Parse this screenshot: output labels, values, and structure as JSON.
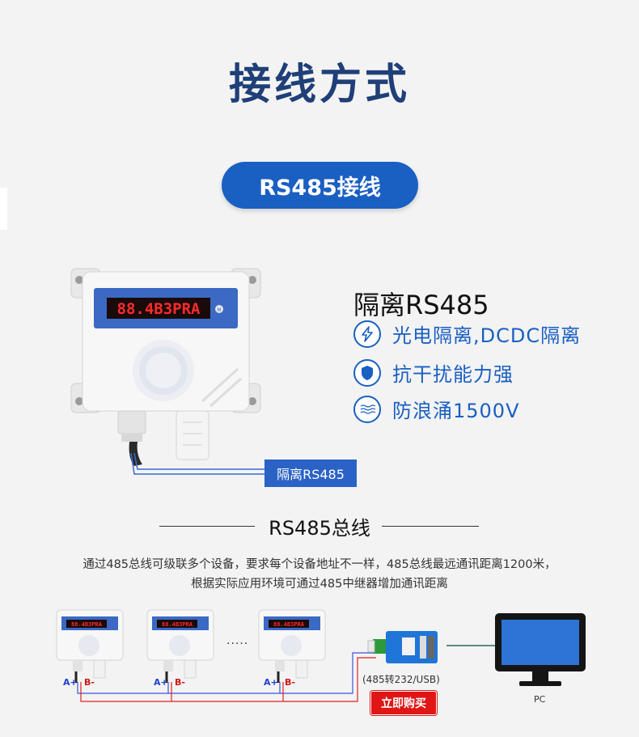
{
  "header": {
    "title": "接线方式",
    "pill_label": "RS485接线"
  },
  "device": {
    "display_text": "88.4B3PRA",
    "m_button": "M"
  },
  "features": {
    "heading": "隔离RS485",
    "items": [
      {
        "icon": "lightning-icon",
        "text": "光电隔离,DCDC隔离"
      },
      {
        "icon": "shield-icon",
        "text": "抗干扰能力强"
      },
      {
        "icon": "wave-icon",
        "text": "防浪涌1500V"
      }
    ]
  },
  "wire_label": "隔离RS485",
  "bus": {
    "title": "RS485总线",
    "desc_line1": "通过485总线可级联多个设备，要求每个设备地址不一样，485总线最远通讯距离1200米，",
    "desc_line2": "根据实际应用环境可通过485中继器增加通讯距离",
    "dots": ".....",
    "a_label": "A+",
    "b_label": "B-",
    "converter_label": "(485转232/USB)",
    "buy_button": "立即购买",
    "pc_label": "PC"
  },
  "colors": {
    "title_navy": "#1f3f78",
    "brand_blue": "#1a5fc2",
    "buy_red": "#e01616"
  }
}
